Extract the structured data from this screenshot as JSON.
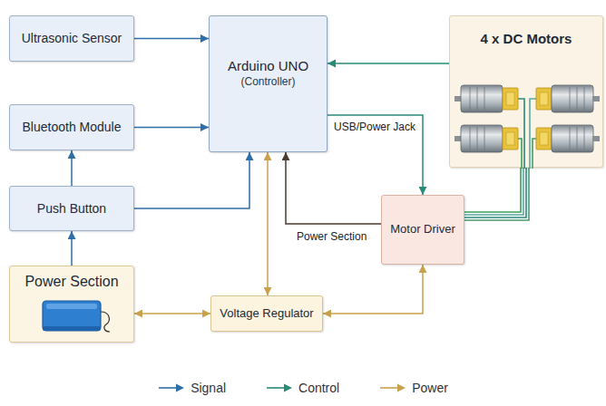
{
  "diagram": {
    "nodes": [
      {
        "text": [
          "Ultrasonic Sensor"
        ]
      },
      {
        "text": [
          "Arduino UNO",
          "(Controller)"
        ]
      },
      {
        "text": [
          "4 x DC Motors"
        ]
      },
      {
        "text": [
          "Bluetooth Module"
        ]
      },
      {
        "text": [
          "Push Button"
        ]
      },
      {
        "text": [
          "Motor Driver"
        ]
      },
      {
        "text": [
          "Power Section"
        ]
      },
      {
        "text": [
          "Voltage Regulator"
        ]
      }
    ],
    "edges": [
      {
        "from": 0,
        "to": 1,
        "arrow": "to"
      },
      {
        "from": 3,
        "to": 1,
        "arrow": "to"
      },
      {
        "from": 4,
        "to": 3,
        "arrow": "to"
      },
      {
        "from": 6,
        "to": 4,
        "arrow": "to"
      },
      {
        "from": 4,
        "to": 1,
        "arrow": "to"
      },
      {
        "from": 2,
        "to": 1,
        "arrow": "to"
      },
      {
        "from": 1,
        "to": 5,
        "label": "USB/Power Jack",
        "arrow": "to"
      },
      {
        "from": 5,
        "to": 1,
        "label": "Power Section",
        "arrow": "to"
      },
      {
        "from": 1,
        "to": 7,
        "arrow": "both"
      },
      {
        "from": 6,
        "to": 7,
        "arrow": "both"
      },
      {
        "from": 7,
        "to": 5,
        "arrow": "both"
      },
      {
        "from": 5,
        "to": 2,
        "arrow": "none"
      }
    ],
    "legend": [
      {
        "text": "Signal"
      },
      {
        "text": "Control"
      },
      {
        "text": "Power"
      }
    ]
  }
}
